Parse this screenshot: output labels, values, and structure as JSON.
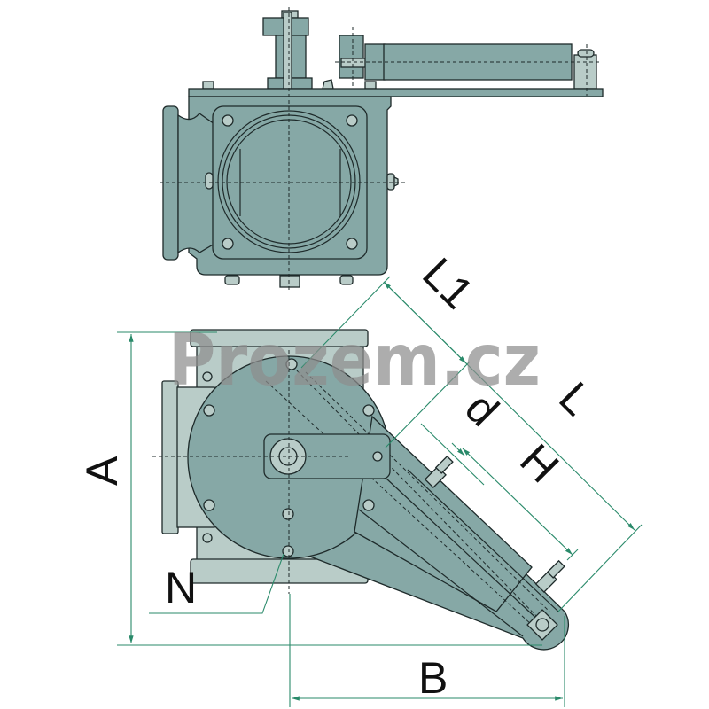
{
  "watermark": "Prozem.cz",
  "dimensions": {
    "A": "A",
    "B": "B",
    "N": "N",
    "L": "L",
    "L1": "L1",
    "H": "H",
    "d": "d"
  },
  "colors": {
    "body": "#86a8a6",
    "flange": "#b9ccc8",
    "dimension_line": "#2a8a6a",
    "watermark": "#8e8e8e"
  }
}
